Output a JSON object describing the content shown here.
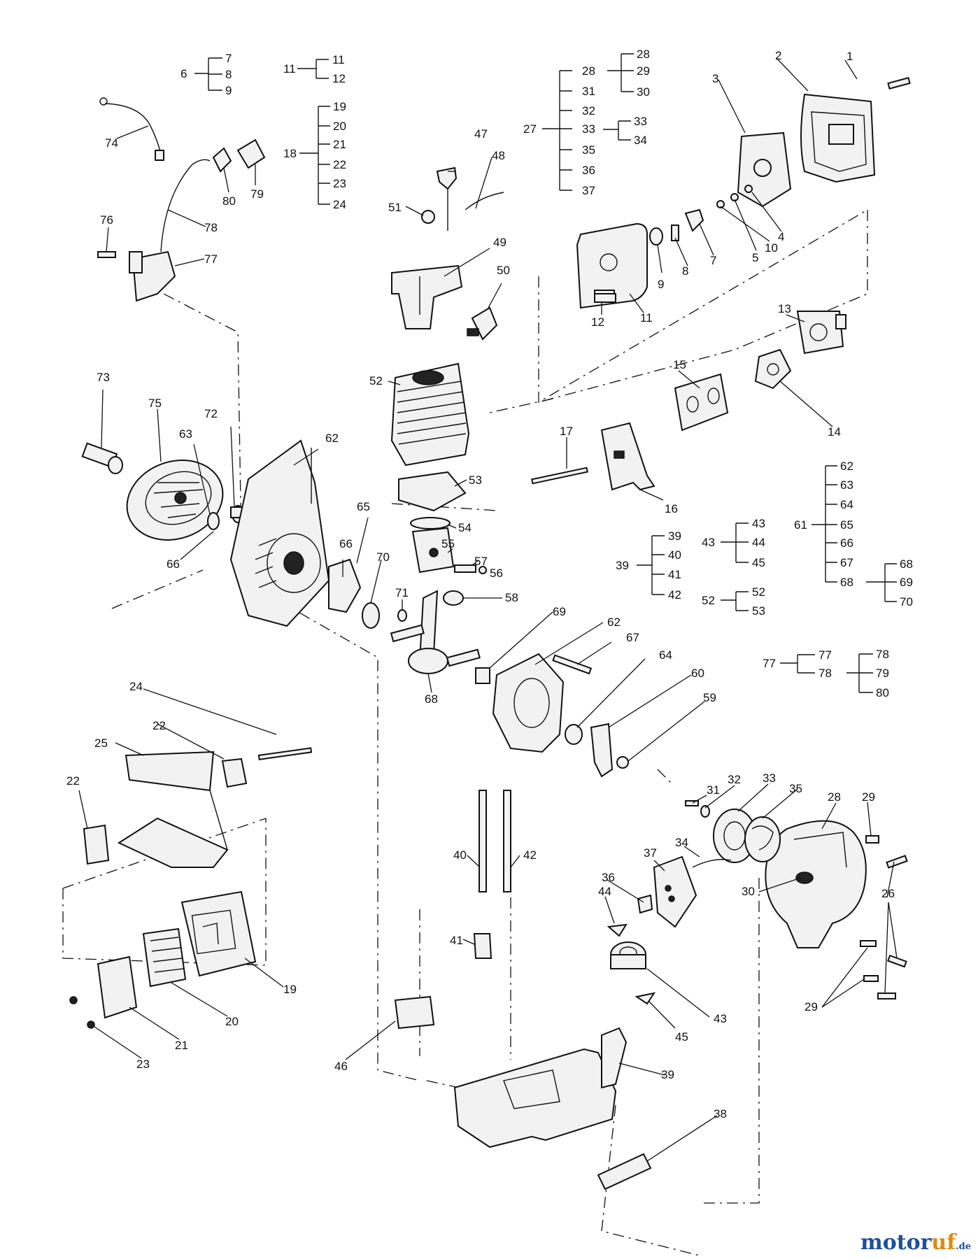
{
  "diagram_title": "",
  "callouts": [
    "1",
    "2",
    "3",
    "4",
    "5",
    "6",
    "7",
    "8",
    "9",
    "10",
    "11",
    "12",
    "13",
    "14",
    "15",
    "16",
    "17",
    "19",
    "20",
    "21",
    "22",
    "23",
    "24",
    "25",
    "26",
    "28",
    "29",
    "30",
    "31",
    "32",
    "33",
    "34",
    "35",
    "36",
    "37",
    "38",
    "39",
    "40",
    "41",
    "42",
    "43",
    "44",
    "45",
    "46",
    "47",
    "48",
    "49",
    "50",
    "51",
    "52",
    "53",
    "54",
    "55",
    "56",
    "57",
    "58",
    "59",
    "60",
    "61",
    "62",
    "63",
    "64",
    "65",
    "66",
    "67",
    "68",
    "69",
    "70",
    "71",
    "72",
    "73",
    "74",
    "75",
    "76",
    "77",
    "78",
    "79",
    "80"
  ],
  "assembly_groups": [
    {
      "parent": "6",
      "children": [
        "7",
        "8",
        "9"
      ]
    },
    {
      "parent": "11",
      "children": [
        "11",
        "12"
      ]
    },
    {
      "parent": "18",
      "children": [
        "19",
        "20",
        "21",
        "22",
        "23",
        "24"
      ]
    },
    {
      "parent": "28",
      "children": [
        "28",
        "29",
        "30"
      ]
    },
    {
      "parent": "33",
      "children": [
        "33",
        "34"
      ]
    },
    {
      "parent": "27",
      "children": [
        "28",
        "31",
        "32",
        "33",
        "35",
        "36",
        "37"
      ]
    },
    {
      "parent": "39",
      "children": [
        "39",
        "40",
        "41",
        "42"
      ]
    },
    {
      "parent": "43",
      "children": [
        "43",
        "44",
        "45"
      ]
    },
    {
      "parent": "52",
      "children": [
        "52",
        "53"
      ]
    },
    {
      "parent": "61",
      "children": [
        "62",
        "63",
        "64",
        "65",
        "66",
        "67",
        "68"
      ]
    },
    {
      "parent": "68",
      "children": [
        "68",
        "69",
        "70"
      ]
    },
    {
      "parent": "77",
      "children": [
        "77",
        "78"
      ]
    },
    {
      "parent": "78",
      "children": [
        "78",
        "79",
        "80"
      ]
    }
  ],
  "watermark": {
    "name_a": "motor",
    "name_b": "uf",
    "tld": ".de"
  }
}
